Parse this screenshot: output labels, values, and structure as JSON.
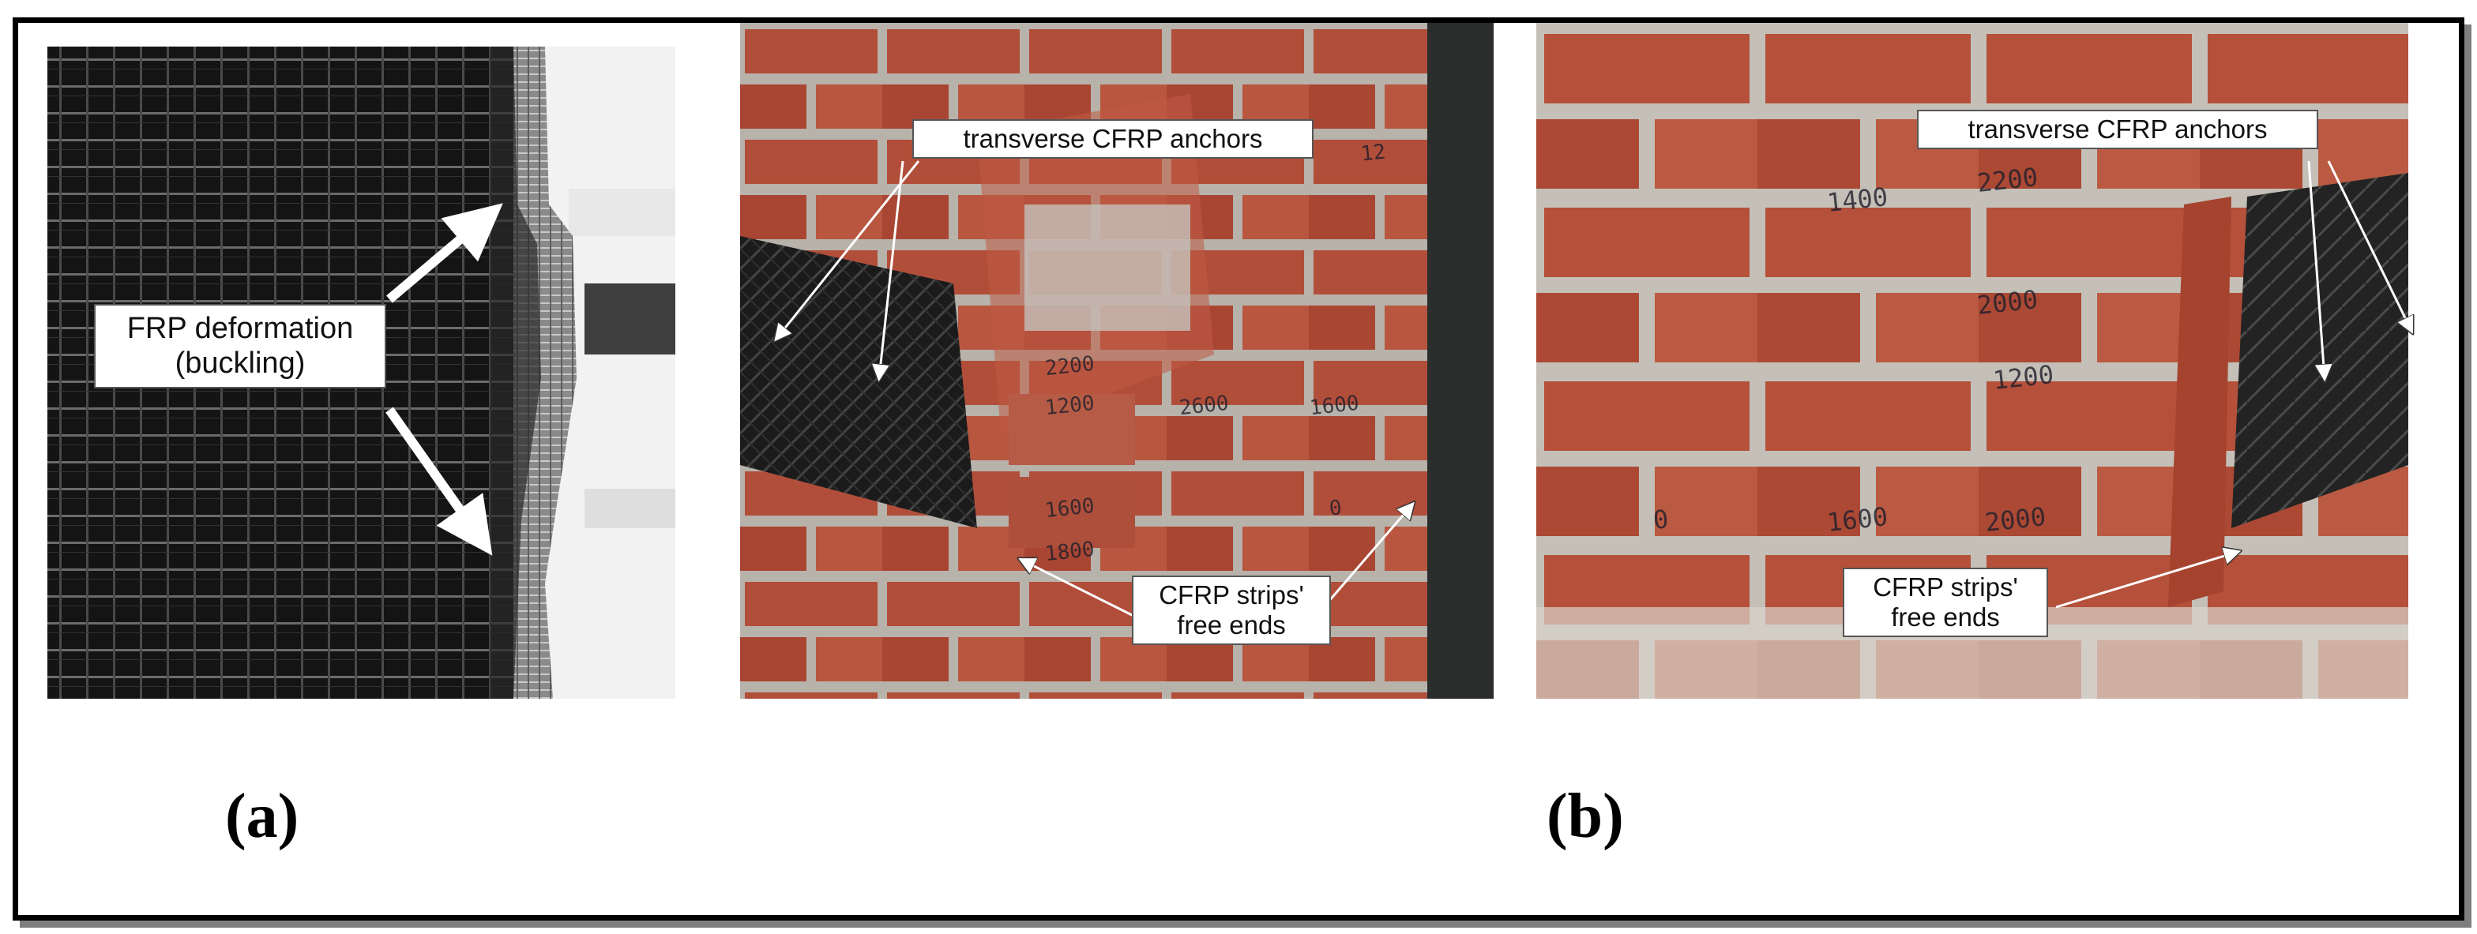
{
  "panels": {
    "a": {
      "label": "(a)",
      "callout_line1": "FRP deformation",
      "callout_line2": "(buckling)"
    },
    "b": {
      "label": "(b)",
      "photo1": {
        "anchors_label": "transverse CFRP anchors",
        "free_ends_line1": "CFRP strips'",
        "free_ends_line2": "free ends",
        "brick_marks": [
          "2200",
          "1200",
          "2600",
          "1600",
          "1600",
          "1800",
          "0",
          "12"
        ]
      },
      "photo2": {
        "anchors_label": "transverse CFRP anchors",
        "free_ends_line1": "CFRP strips'",
        "free_ends_line2": "free ends",
        "brick_marks": [
          "1400",
          "2200",
          "2000",
          "1200",
          "0",
          "1600",
          "2000"
        ]
      }
    }
  },
  "colors": {
    "frame": "#000000",
    "frame_shadow": "#7f7f7f",
    "brick": "#b5533f",
    "mortar": "#b9b5ae",
    "cfrp": "#1c1c1c"
  }
}
